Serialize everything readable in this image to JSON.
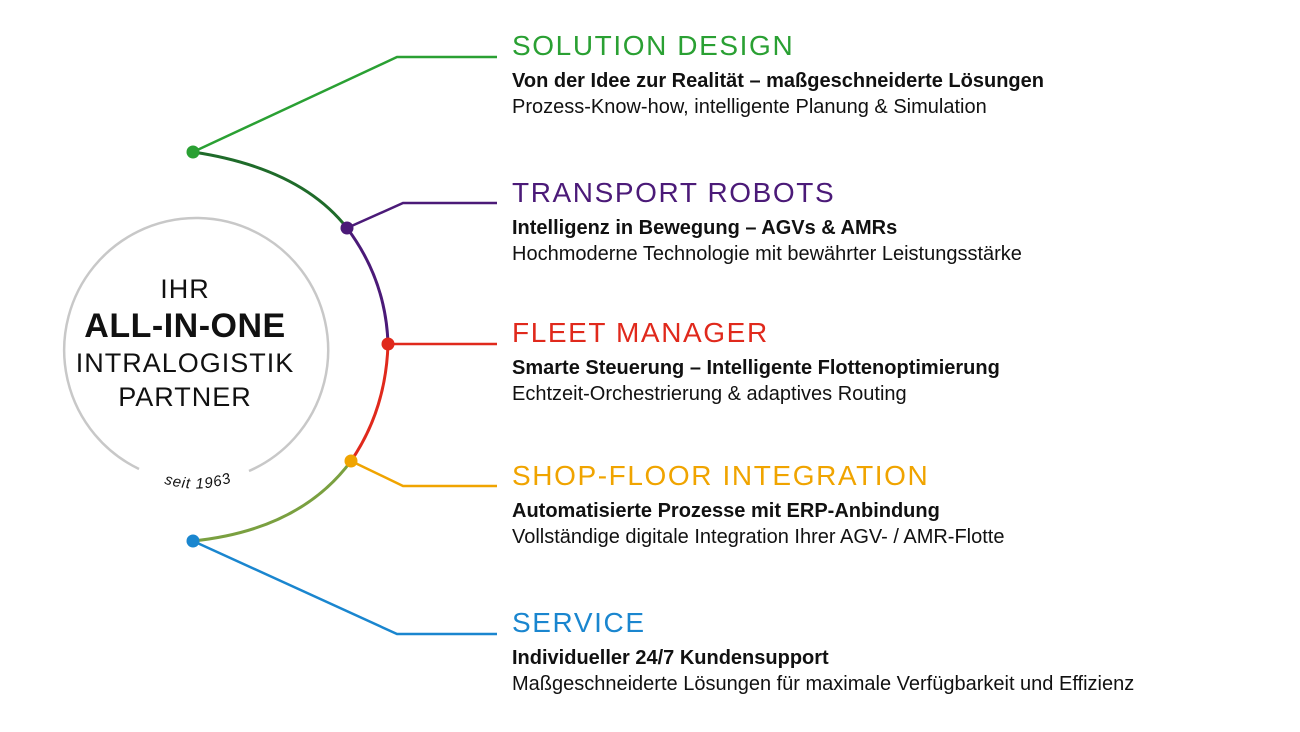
{
  "center": {
    "line1": "IHR",
    "line2": "ALL-IN-ONE",
    "line3": "INTRALOGISTIK",
    "line4": "PARTNER",
    "since": "seit 1963"
  },
  "colors": {
    "ring": "#c8c8c8",
    "solution": "#2aa033",
    "transport": "#4b1a78",
    "fleet": "#e0291c",
    "shopfloor": "#f0a400",
    "service": "#1a86cf"
  },
  "items": [
    {
      "title": "SOLUTION DESIGN",
      "subtitle": "Von der Idee zur Realität – maßgeschneiderte Lösungen",
      "description": "Prozess-Know-how, intelligente Planung & Simulation",
      "color": "#2aa033"
    },
    {
      "title": "TRANSPORT ROBOTS",
      "subtitle": "Intelligenz in Bewegung – AGVs & AMRs",
      "description": "Hochmoderne Technologie mit bewährter Leistungsstärke",
      "color": "#4b1a78"
    },
    {
      "title": "FLEET MANAGER",
      "subtitle": "Smarte Steuerung – Intelligente Flottenoptimierung",
      "description": "Echtzeit-Orchestrierung & adaptives Routing",
      "color": "#e0291c"
    },
    {
      "title": "SHOP-FLOOR INTEGRATION",
      "subtitle": "Automatisierte Prozesse mit ERP-Anbindung",
      "description": "Vollständige digitale Integration Ihrer AGV- / AMR-Flotte",
      "color": "#f0a400"
    },
    {
      "title": "SERVICE",
      "subtitle": "Individueller 24/7 Kundensupport",
      "description": "Maßgeschneiderte Lösungen für maximale Verfügbarkeit und Effizienz",
      "color": "#1a86cf"
    }
  ]
}
